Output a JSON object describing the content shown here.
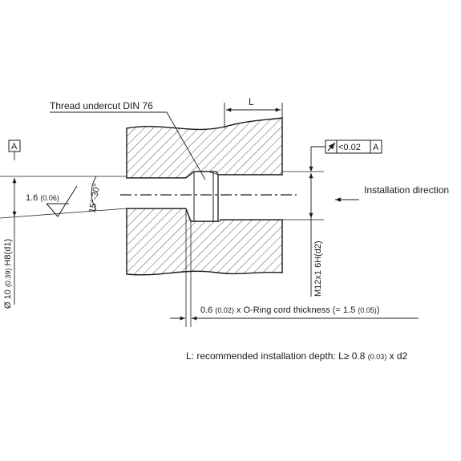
{
  "labels": {
    "thread_undercut": "Thread undercut DIN 76",
    "dim_L": "L",
    "datum_A": "A",
    "tolerance_value": "<0.02",
    "tolerance_datum": "A",
    "installation_direction": "Installation direction",
    "roughness_prefix": "1.6 ",
    "roughness_value": "(0.06)",
    "angle": "15°-30°",
    "bore_prefix": "Ø 10 ",
    "bore_inch": "(0.39)",
    "bore_suffix": " H8(d1)",
    "thread_dim": "M12x1 6H(d2)",
    "oring_prefix": "0.6 ",
    "oring_inch": "(0.02)",
    "oring_suffix": " x O-Ring cord thickness (= 1.5 ",
    "oring_inch2": "(0.05)",
    "oring_close": ")",
    "note_prefix": "L: recommended installation depth: L≥ 0.8 ",
    "note_inch": "(0.03)",
    "note_suffix": "  x d2"
  },
  "colors": {
    "line": "#1a1a1a",
    "hatch": "#2a2a2a",
    "background": "#ffffff"
  }
}
